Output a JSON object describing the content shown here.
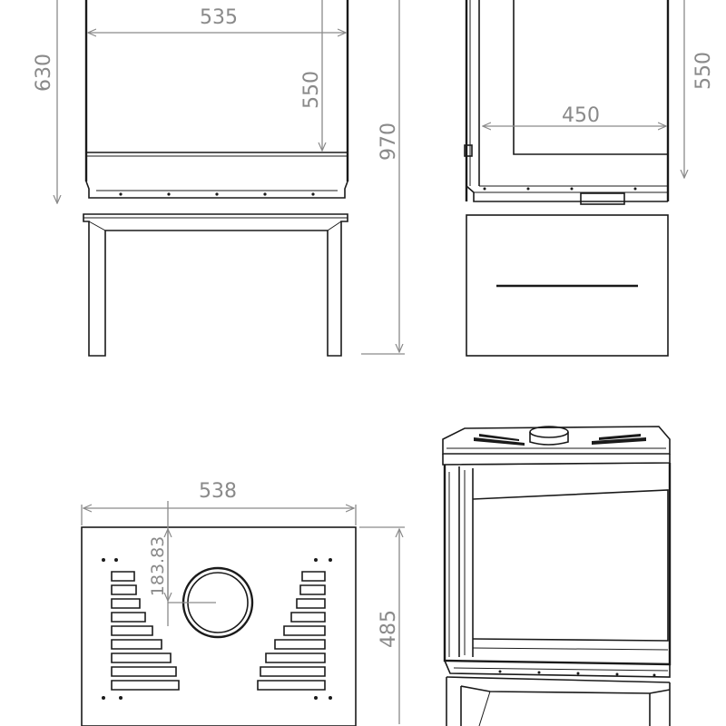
{
  "dimensions": {
    "front_view": {
      "width": "535",
      "height_inner": "550",
      "height_overall": "630",
      "total_height": "970"
    },
    "side_view": {
      "width": "450",
      "height": "550"
    },
    "top_view": {
      "width": "538",
      "depth": "485",
      "flue_offset": "183.83"
    }
  },
  "colors": {
    "line": "#1a1a1a",
    "dimension": "#8a8a8a",
    "background": "#ffffff"
  }
}
